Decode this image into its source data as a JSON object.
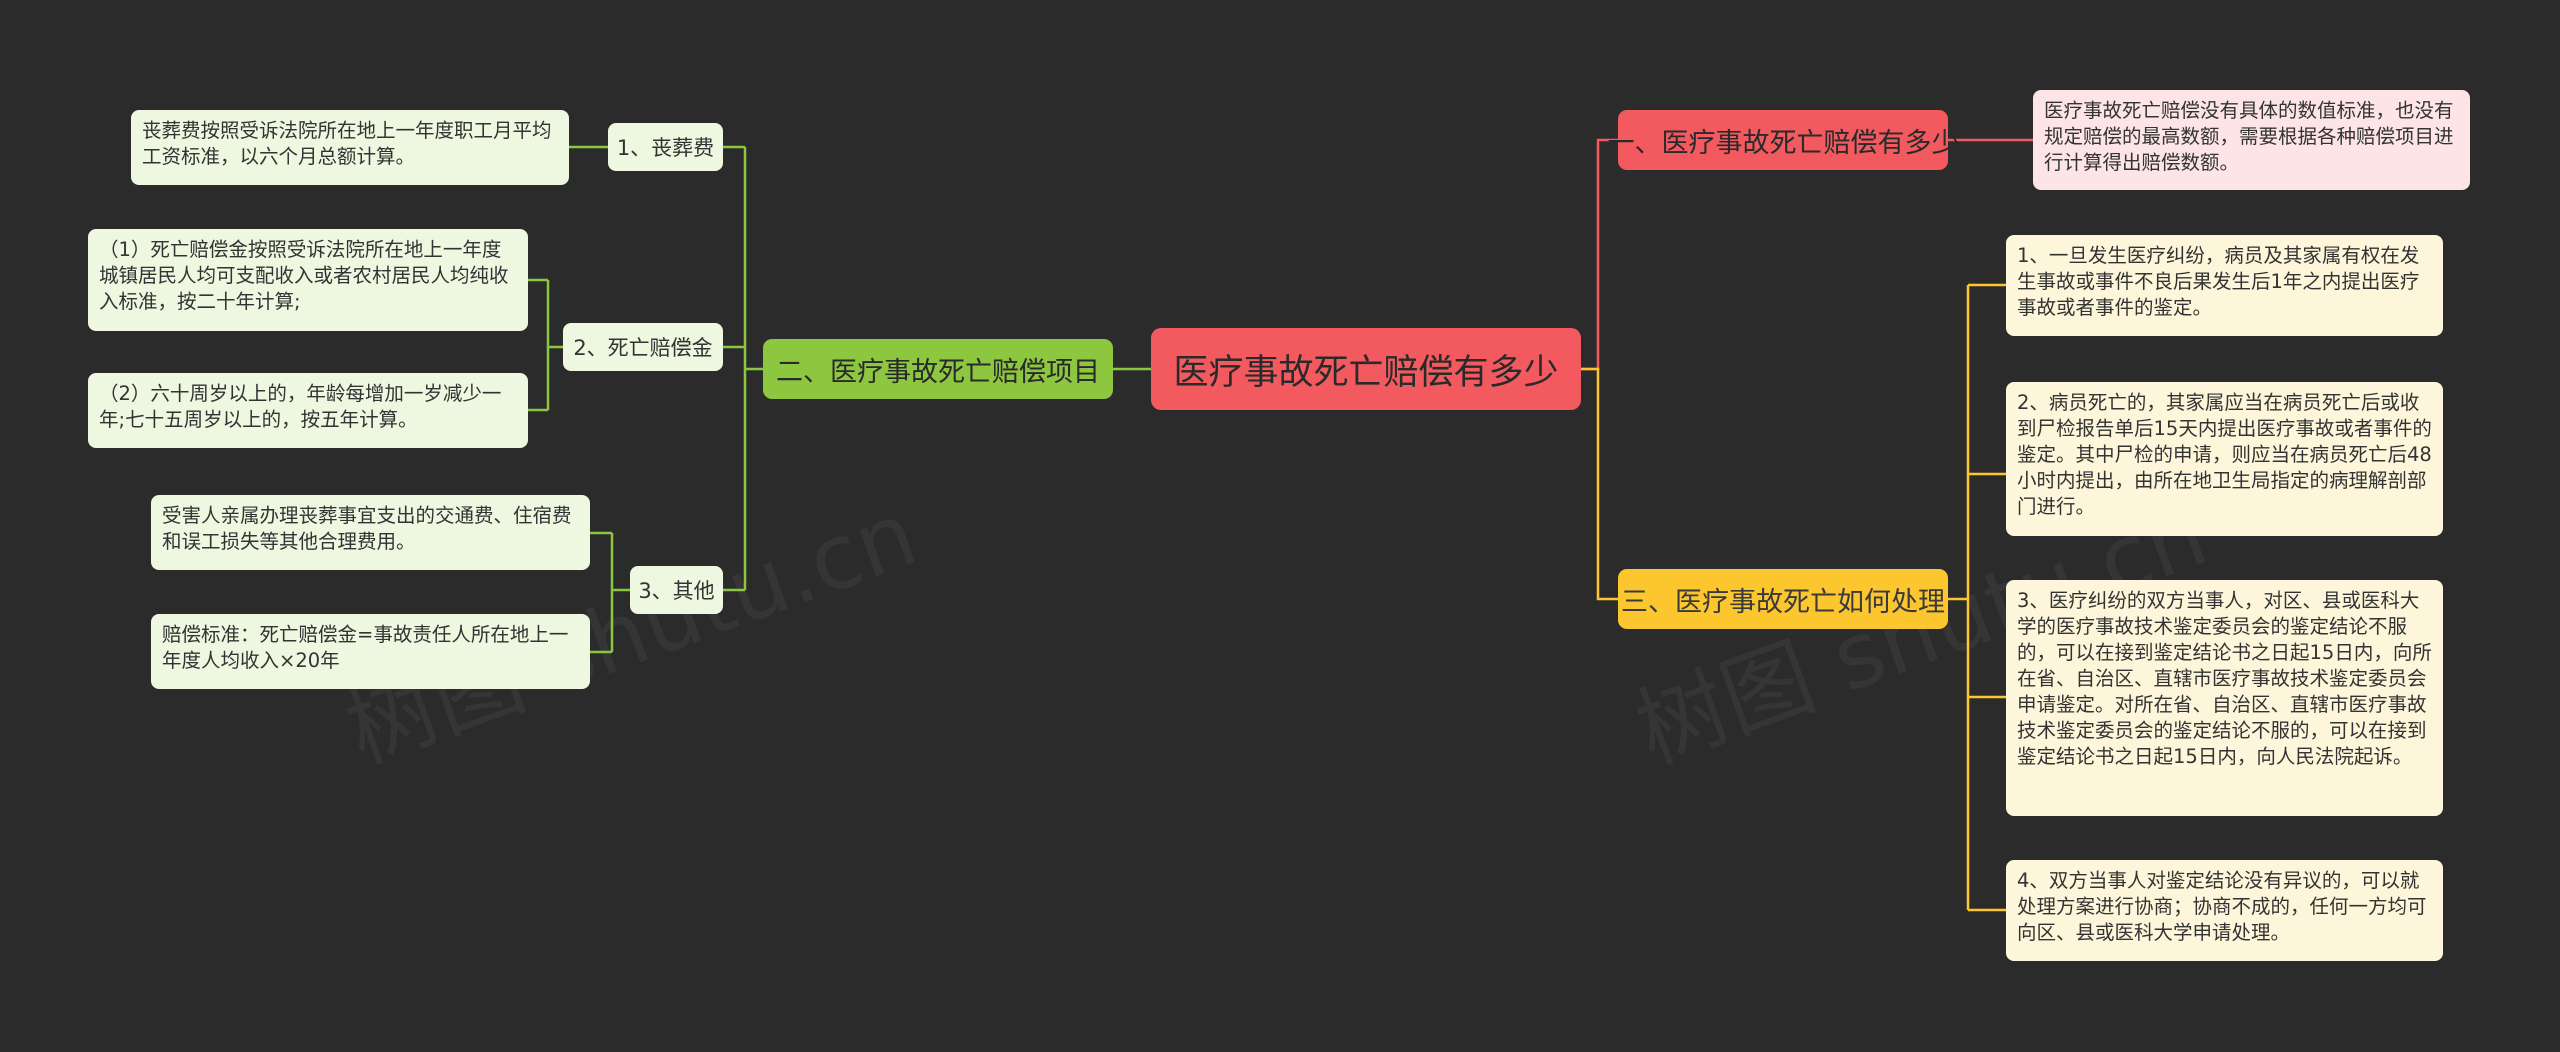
{
  "colors": {
    "background": "#2b2b2b",
    "center": "#f25a5f",
    "branch_red": "#f25a5f",
    "branch_yellow": "#fcc62f",
    "branch_green": "#8dc63f",
    "leaf_green": "#eef7e0",
    "leaf_red": "#fde4e6",
    "leaf_yellow": "#fef6da"
  },
  "center": {
    "label": "医疗事故死亡赔偿有多少"
  },
  "branch1": {
    "label": "一、医疗事故死亡赔偿有多少",
    "leaf": "医疗事故死亡赔偿没有具体的数值标准，也没有规定赔偿的最高数额，需要根据各种赔偿项目进行计算得出赔偿数额。"
  },
  "branch2": {
    "label": "二、医疗事故死亡赔偿项目",
    "subs": [
      {
        "label": "1、丧葬费",
        "leaves": [
          "丧葬费按照受诉法院所在地上一年度职工月平均工资标准，以六个月总额计算。"
        ]
      },
      {
        "label": "2、死亡赔偿金",
        "leaves": [
          "（1）死亡赔偿金按照受诉法院所在地上一年度城镇居民人均可支配收入或者农村居民人均纯收入标准，按二十年计算;",
          "（2）六十周岁以上的，年龄每增加一岁减少一年;七十五周岁以上的，按五年计算。"
        ]
      },
      {
        "label": "3、其他",
        "leaves": [
          "受害人亲属办理丧葬事宜支出的交通费、住宿费和误工损失等其他合理费用。",
          "赔偿标准：死亡赔偿金=事故责任人所在地上一年度人均收入×20年"
        ]
      }
    ]
  },
  "branch3": {
    "label": "三、医疗事故死亡如何处理",
    "leaves": [
      "1、一旦发生医疗纠纷，病员及其家属有权在发生事故或事件不良后果发生后1年之内提出医疗事故或者事件的鉴定。",
      "2、病员死亡的，其家属应当在病员死亡后或收到尸检报告单后15天内提出医疗事故或者事件的鉴定。其中尸检的申请，则应当在病员死亡后48小时内提出，由所在地卫生局指定的病理解剖部门进行。",
      "3、医疗纠纷的双方当事人，对区、县或医科大学的医疗事故技术鉴定委员会的鉴定结论不服的，可以在接到鉴定结论书之日起15日内，向所在省、自治区、直辖市医疗事故技术鉴定委员会申请鉴定。对所在省、自治区、直辖市医疗事故技术鉴定委员会的鉴定结论不服的，可以在接到鉴定结论书之日起15日内，向人民法院起诉。",
      "4、双方当事人对鉴定结论没有异议的，可以就处理方案进行协商；协商不成的，任何一方均可向区、县或医科大学申请处理。"
    ]
  }
}
